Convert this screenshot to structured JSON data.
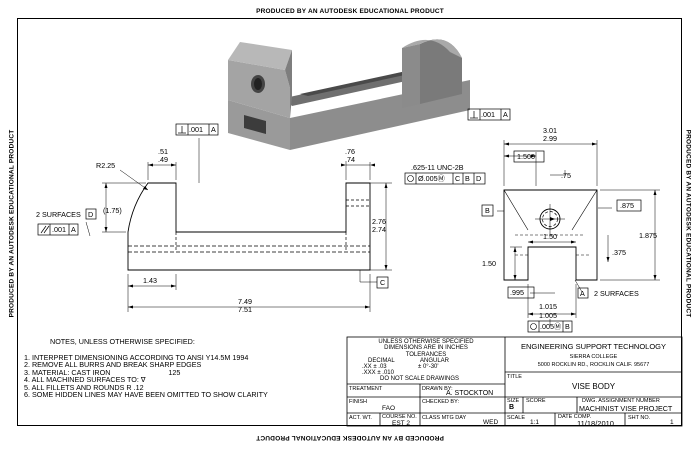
{
  "watermark": "PRODUCED BY AN AUTODESK EDUCATIONAL PRODUCT",
  "drawing": {
    "dims": {
      "flatness_top_left": ".001",
      "flatness_top_right": ".001",
      "datum_a": "A",
      "r_225": "R2.25",
      "d_51": ".51",
      "d_49": ".49",
      "d_76": ".76",
      "d_74": ".74",
      "d_175": "(1.75)",
      "two_surfaces_left": "2 SURFACES",
      "datum_d": "D",
      "parallel_val": ".001",
      "parallel_ref": "A",
      "d_276": "2.76",
      "d_274": "2.74",
      "d_143": "1.43",
      "d_749": "7.49",
      "d_751": "7.51",
      "datum_c": "C",
      "d_301": "3.01",
      "d_299": "2.99",
      "d_1500_top": "1.500",
      "thread": ".625-11  UNC-2B",
      "pos_fcf": "Ø.005Ⓜ",
      "pos_refs": [
        "C",
        "B",
        "D"
      ],
      "d_75": ".75",
      "datum_b": "B",
      "d_875": ".875",
      "d_150_mid": "1.50",
      "d_150_left": "1.50",
      "d_375": ".375",
      "d_1875": "1.875",
      "d_995": ".995",
      "d_1015": "1.015",
      "d_1005": "1.005",
      "two_surfaces_right": "2 SURFACES",
      "bottom_fcf": ".005Ⓜ",
      "bottom_ref": "B"
    }
  },
  "notes": {
    "header": "NOTES, UNLESS OTHERWISE SPECIFIED:",
    "items": [
      "1. INTERPRET DIMENSIONING ACCORDING TO ANSI Y14.5M 1994",
      "2. REMOVE ALL BURRS AND BREAK SHARP EDGES",
      "3. MATERIAL: CAST IRON",
      "4. ALL MACHINED SURFACES TO:",
      "5. ALL FILLETS AND ROUNDS R .12",
      "6. SOME HIDDEN LINES MAY HAVE BEEN OMITTED TO SHOW CLARITY"
    ],
    "finish_value": "125",
    "finish_symbol": "∇"
  },
  "titleblock": {
    "tol_lines": [
      "UNLESS OTHERWISE SPECIFIED",
      "DIMENSIONS ARE IN INCHES",
      "TOLERANCES"
    ],
    "decimal_label": "DECIMAL",
    "angular_label": "ANGULAR",
    "xx": ".XX  ±  .03",
    "xxx": ".XXX ±  .010",
    "angular": "± 0°-30'",
    "do_not_scale": "DO NOT SCALE DRAWINGS",
    "treatment_label": "TREATMENT",
    "finish_label": "FINISH",
    "finish_value": "FAO",
    "act_wt_label": "ACT. WT.",
    "course_no_label": "COURSE NO.",
    "course_no": "EST 2",
    "drawn_by_label": "DRAWN BY:",
    "drawn_by": "A. STOCKTON",
    "checked_by_label": "CHECKED BY:",
    "class_mtg_label": "CLASS MTG DAY",
    "class_mtg": "WED",
    "company": "ENGINEERING SUPPORT TECHNOLOGY",
    "school": "SIERRA COLLEGE",
    "address": "5000 ROCKLIN RD., ROCKLIN CALIF. 95677",
    "title_label": "TITLE",
    "title": "VISE BODY",
    "size_label": "SIZE",
    "size": "B",
    "score_label": "SCORE",
    "dwg_label": "DWG. ASSIGNMENT NUMBER",
    "dwg": "MACHINIST VISE PROJECT",
    "scale_label": "SCALE",
    "scale": "1:1",
    "date_label": "DATE COMP.",
    "date": "11/18/2010",
    "sht_label": "SHT NO.",
    "sht": "1"
  }
}
